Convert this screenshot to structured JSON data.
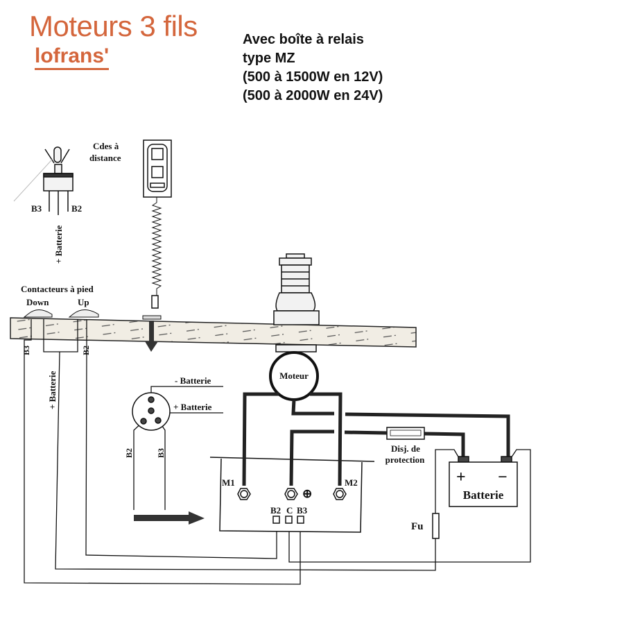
{
  "header": {
    "title": "Moteurs 3 fils",
    "brand": "lofrans'",
    "spec_lines": [
      "Avec boîte à relais",
      "type MZ",
      "(500 à 1500W en 12V)",
      "(500 à 2000W en 24V)"
    ]
  },
  "diagram": {
    "remote_label_1": "Cdes à",
    "remote_label_2": "distance",
    "toggle_b3": "B3",
    "toggle_b2": "B2",
    "toggle_batt": "+ Batterie",
    "foot_title": "Contacteurs à pied",
    "foot_down": "Down",
    "foot_up": "Up",
    "wire_b3": "B3",
    "wire_b2": "B2",
    "wire_batt": "+ Batterie",
    "motor": "Moteur",
    "conn_minus": "- Batterie",
    "conn_plus": "+ Batterie",
    "conn_b2": "B2",
    "conn_b3": "B3",
    "relay_m1": "M1",
    "relay_m2": "M2",
    "relay_plus": "⊕",
    "relay_b2": "B2",
    "relay_c": "C",
    "relay_b3": "B3",
    "breaker_1": "Disj. de",
    "breaker_2": "protection",
    "battery": "Batterie",
    "battery_plus": "+",
    "battery_minus": "−",
    "fuse": "Fu"
  },
  "colors": {
    "brand": "#d4663c",
    "ink": "#111111"
  }
}
